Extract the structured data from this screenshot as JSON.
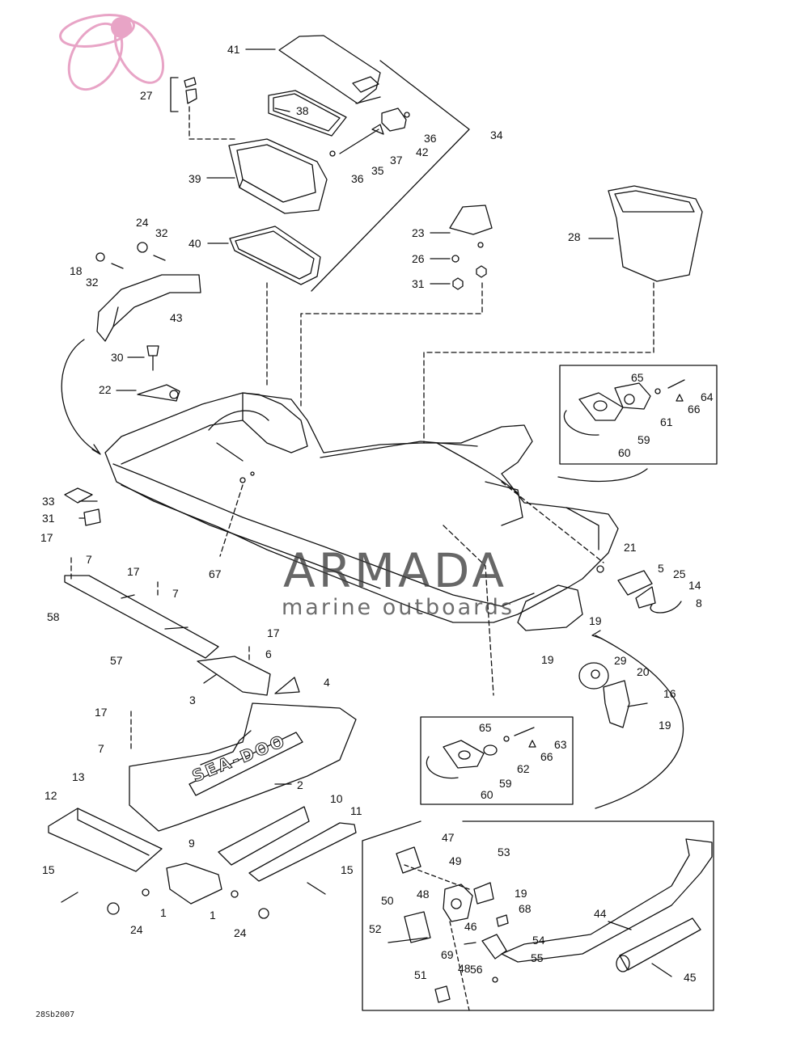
{
  "diagram": {
    "code": "28Sb2007",
    "logo_text": "SEA-DOO",
    "watermark": {
      "title": "ARMADA",
      "subtitle": "marine outboards",
      "accent_color": "#e8a4c6",
      "icon": "propeller-logo-icon"
    },
    "line_color": "#111111",
    "callouts": [
      "41",
      "27",
      "38",
      "36",
      "34",
      "37",
      "42",
      "35",
      "36",
      "39",
      "28",
      "23",
      "26",
      "31",
      "24",
      "32",
      "40",
      "18",
      "32",
      "43",
      "30",
      "22",
      "65",
      "64",
      "66",
      "61",
      "59",
      "60",
      "33",
      "31",
      "17",
      "7",
      "21",
      "5",
      "25",
      "14",
      "8",
      "19",
      "67",
      "58",
      "17",
      "7",
      "17",
      "6",
      "57",
      "4",
      "3",
      "19",
      "29",
      "20",
      "16",
      "19",
      "17",
      "7",
      "13",
      "2",
      "65",
      "63",
      "66",
      "62",
      "59",
      "60",
      "12",
      "10",
      "11",
      "9",
      "15",
      "15",
      "47",
      "53",
      "49",
      "19",
      "48",
      "50",
      "68",
      "46",
      "52",
      "54",
      "44",
      "69",
      "55",
      "48",
      "51",
      "56",
      "45",
      "1",
      "1",
      "24",
      "24"
    ]
  }
}
